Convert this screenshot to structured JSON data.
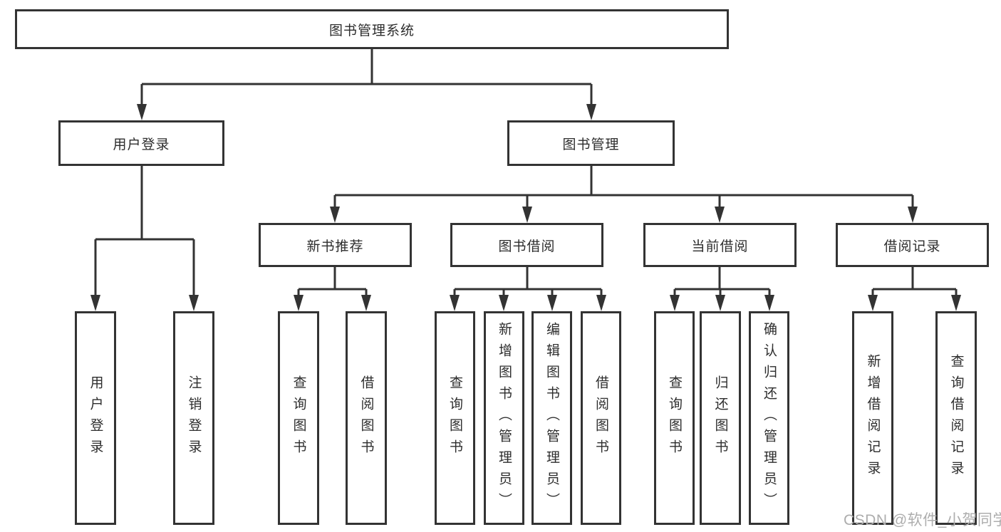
{
  "diagram": {
    "root": {
      "label": "图书管理系统"
    },
    "branches": [
      {
        "label": "用户登录",
        "children": [
          {
            "label": "用户登录"
          },
          {
            "label": "注销登录"
          }
        ]
      },
      {
        "label": "图书管理",
        "children": [
          {
            "label": "新书推荐",
            "children": [
              {
                "label": "查询图书"
              },
              {
                "label": "借阅图书"
              }
            ]
          },
          {
            "label": "图书借阅",
            "children": [
              {
                "label": "查询图书"
              },
              {
                "label": "新增图书（管理员）"
              },
              {
                "label": "编辑图书（管理员）"
              },
              {
                "label": "借阅图书"
              }
            ]
          },
          {
            "label": "当前借阅",
            "children": [
              {
                "label": "查询图书"
              },
              {
                "label": "归还图书"
              },
              {
                "label": "确认归还（管理员）"
              }
            ]
          },
          {
            "label": "借阅记录",
            "children": [
              {
                "label": "新增借阅记录"
              },
              {
                "label": "查询借阅记录"
              }
            ]
          }
        ]
      }
    ]
  },
  "watermark": "CSDN @软件_小贺同学",
  "colors": {
    "line": "#333333",
    "text": "#2d2d2d",
    "watermark": "#adadad",
    "background": "#ffffff"
  }
}
